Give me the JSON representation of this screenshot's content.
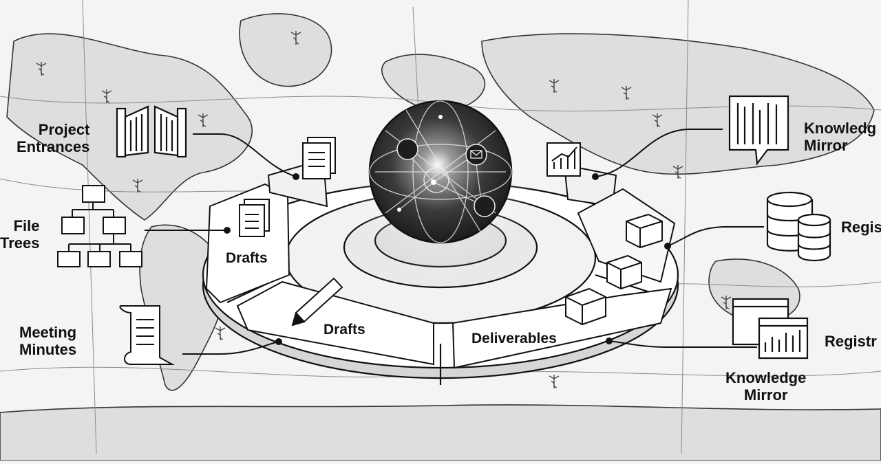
{
  "diagram": {
    "ring_labels": {
      "left_upper": "Drafts",
      "front_left": "Drafts",
      "front_right": "Deliverables"
    },
    "callouts": {
      "project_entrances": [
        "Project",
        "Entrances"
      ],
      "file_trees": [
        "File",
        "Trees"
      ],
      "meeting_minutes": [
        "Meeting",
        "Minutes"
      ],
      "knowledge_mirror_top": [
        "Knowledg",
        "Mirror"
      ],
      "registry_upper": "Regis",
      "registry_lower": "Registr",
      "knowledge_mirror_bottom": [
        "Knowledge",
        "Mirror"
      ]
    },
    "icons": {
      "sphere": "globe-network-icon",
      "gate": "gate-icon",
      "folders": "folder-tree-icon",
      "scroll": "scroll-document-icon",
      "pencil": "pencil-icon",
      "chart": "bar-chart-icon",
      "bookshelf": "bookshelf-icon",
      "database": "database-icon",
      "boxes": "package-box-icon",
      "dashboard": "dashboard-window-icon",
      "medical": "caduceus-icon"
    },
    "colors": {
      "background": "#f4f4f4",
      "ink": "#111111",
      "sphere": "#2b2b2b",
      "map_land": "#dcdcdc",
      "map_water": "#f7f7f7"
    }
  }
}
